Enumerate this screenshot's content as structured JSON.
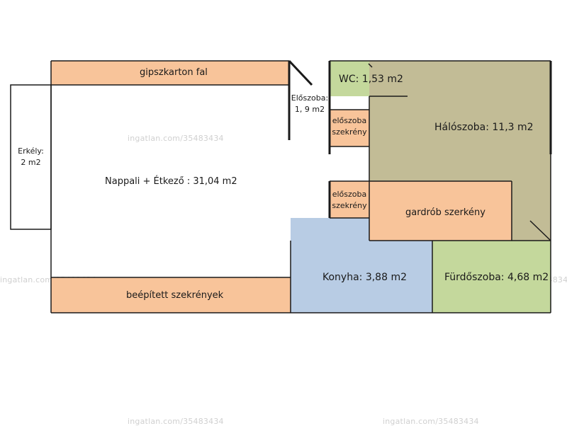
{
  "rooms": {
    "living": "Nappali + Étkező :  31,04 m2",
    "balcony_line1": "Erkély:",
    "balcony_line2": "2 m2",
    "drywall": "gipszkarton fal",
    "builtin": "beépített szekrények",
    "hall_line1": "Előszoba:",
    "hall_line2": "1, 9 m2",
    "wc": "WC: 1,53 m2",
    "cab1_line1": "előszoba",
    "cab1_line2": "szekrény",
    "cab2_line1": "előszoba",
    "cab2_line2": "szekrény",
    "bedroom": "Hálószoba: 11,3 m2",
    "wardrobe": "gardrób szerkény",
    "kitchen": "Konyha: 3,88 m2",
    "bathroom": "Fürdőszoba: 4,68 m2"
  },
  "watermark": "ingatlan.com/35483434",
  "colors": {
    "orange": "#f8c49a",
    "green": "#c4d89c",
    "olive": "#c2bc96",
    "blue": "#b8cce4",
    "wall": "#1a1a1a"
  }
}
